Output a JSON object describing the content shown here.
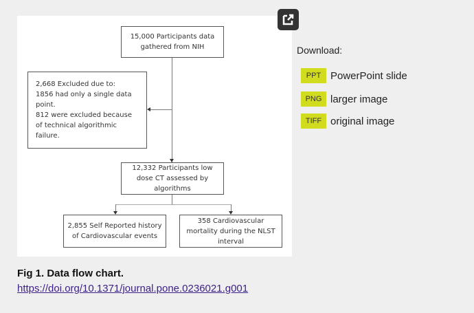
{
  "figure": {
    "boxes": {
      "start": "15,000 Participants data gathered from NIH",
      "excluded_l1": "2,668 Excluded due to:",
      "excluded_l2": "1856 had only a single data point.",
      "excluded_l3": "812 were excluded because of technical algorithmic failure.",
      "assessed": "12,332 Participants low dose CT assessed by algorithms",
      "history": "2,855 Self Reported history of Cardiovascular events",
      "mortality": "358 Cardiovascular mortality during the NLST interval"
    }
  },
  "download": {
    "title": "Download:",
    "items": [
      {
        "badge": "PPT",
        "label": "PowerPoint slide"
      },
      {
        "badge": "PNG",
        "label": "larger image"
      },
      {
        "badge": "TIFF",
        "label": "original image"
      }
    ]
  },
  "caption": {
    "title": "Fig 1. Data flow chart.",
    "doi": "https://doi.org/10.1371/journal.pone.0236021.g001"
  },
  "colors": {
    "badge": "#d2dc1e",
    "link": "#3b1f87"
  }
}
